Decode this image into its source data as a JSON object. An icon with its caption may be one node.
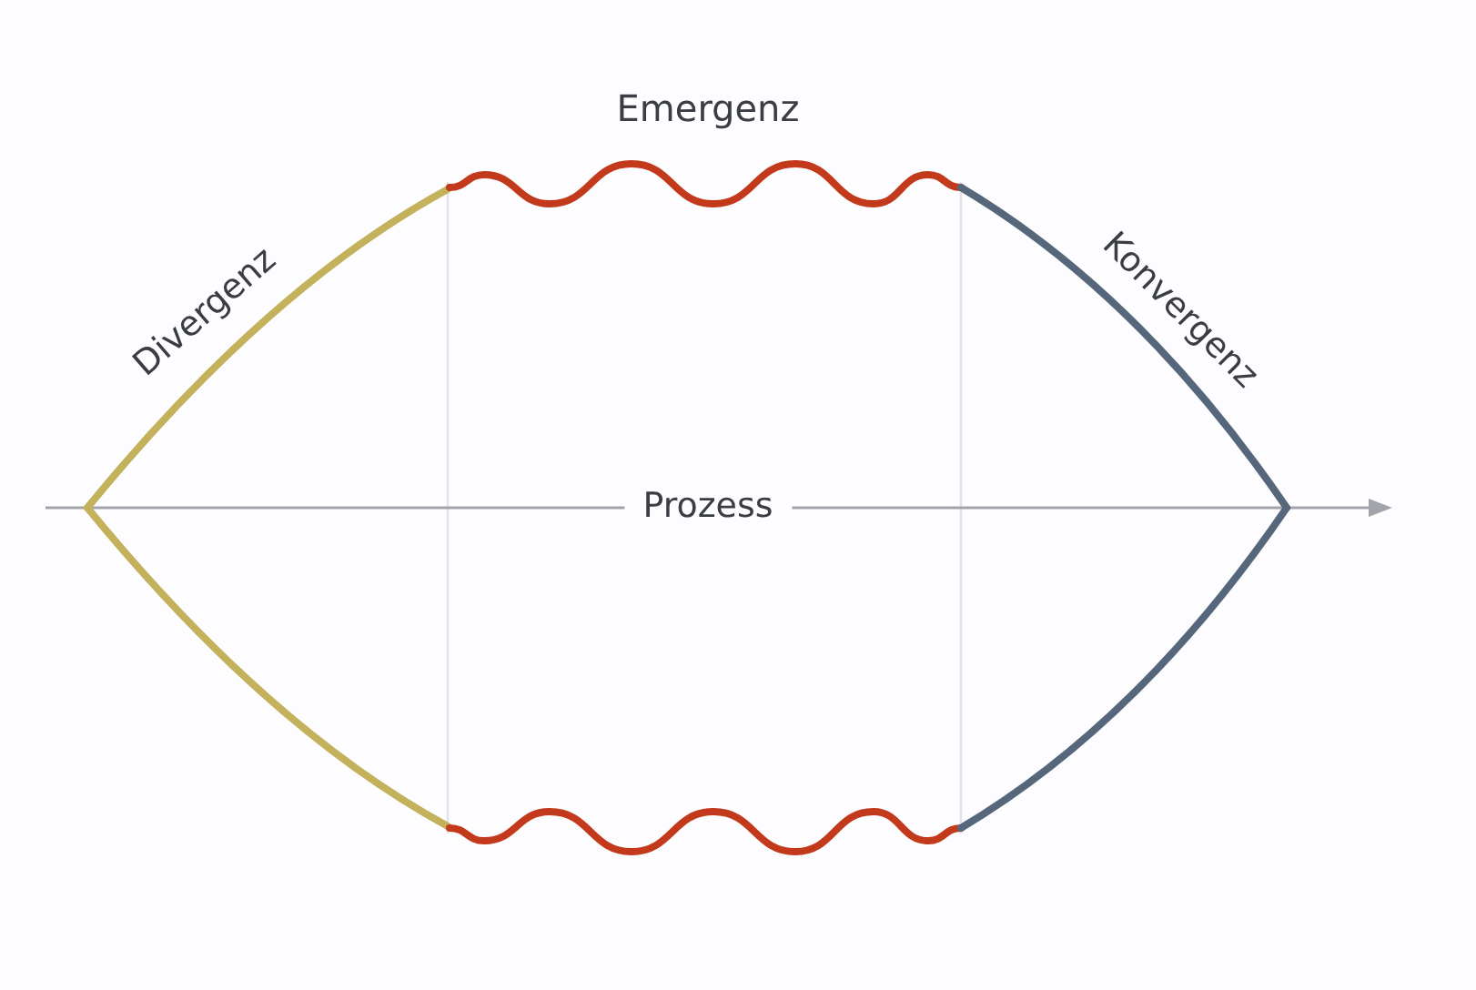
{
  "diagram": {
    "labels": [
      "Emergenz",
      "Divergenz",
      "Konvergenz",
      "Prozess"
    ]
  }
}
